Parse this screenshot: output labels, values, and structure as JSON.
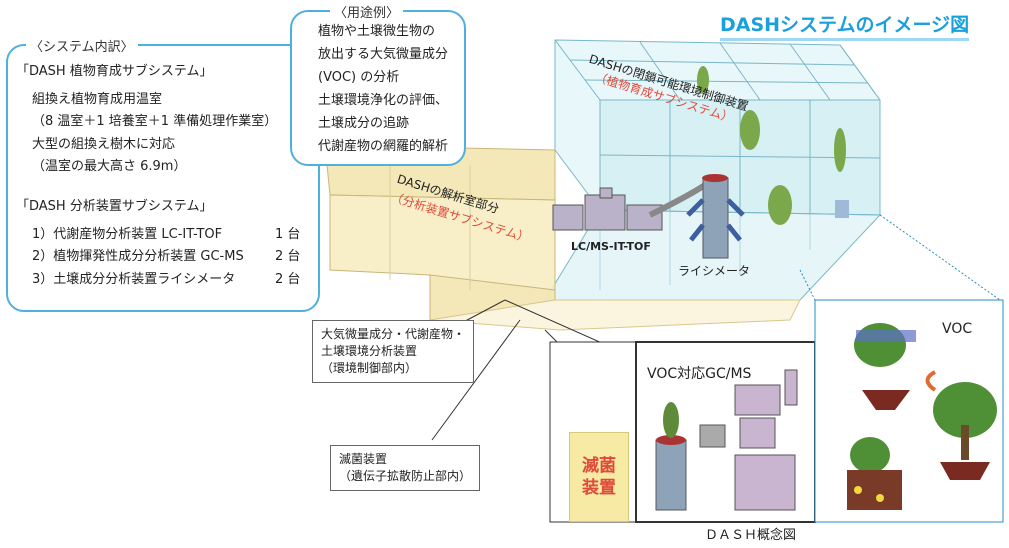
{
  "title": "DASHシステムのイメージ図",
  "system_panel": {
    "heading": "〈システム内訳〉",
    "sub1_title": "「DASH 植物育成サブシステム」",
    "sub1_lines": [
      "組換え植物育成用温室",
      "（8 温室＋1 培養室＋1 準備処理作業室）",
      "大型の組換え樹木に対応",
      "（温室の最大高さ 6.9m）"
    ],
    "sub2_title": "「DASH 分析装置サブシステム」",
    "sub2_items": [
      {
        "label": "1）代謝産物分析装置 LC-IT-TOF",
        "count": "1 台"
      },
      {
        "label": "2）植物揮発性成分分析装置 GC-MS",
        "count": "2 台"
      },
      {
        "label": "3）土壌成分分析装置ライシメータ",
        "count": "2 台"
      }
    ]
  },
  "usage_panel": {
    "heading": "〈用途例〉",
    "lines": [
      "植物や土壌微生物の",
      "放出する大気微量成分",
      "(VOC) の分析",
      "土壌環境浄化の評価、",
      "土壌成分の追跡",
      "代謝産物の網羅的解析"
    ]
  },
  "diagram_labels": {
    "closed_env_1": "DASHの閉鎖可能環境制御装置",
    "closed_env_2": "（植物育成サブシステム）",
    "analysis_1": "DASHの解析室部分",
    "analysis_2": "（分析装置サブシステム）",
    "lcms": "LC/MS-IT-TOF",
    "lysimeter": "ライシメータ"
  },
  "callouts": {
    "env_lines": [
      "大気微量成分・代謝産物・",
      "土壌環境分析装置",
      "（環境制御部内）"
    ],
    "sterilizer_lines": [
      "滅菌装置",
      "（遺伝子拡散防止部内）"
    ]
  },
  "sterile_box": {
    "line1": "滅菌",
    "line2": "装置"
  },
  "inset": {
    "gcms_label": "VOC対応GC/MS",
    "voc_label": "VOC",
    "caption": "ＤＡＳＨ概念図"
  },
  "colors": {
    "accent": "#1aa0dc",
    "panel_border": "#4fb0e0",
    "red_label": "#e04a3a",
    "glass": "#cfeef3",
    "room": "#f7ecbf"
  }
}
